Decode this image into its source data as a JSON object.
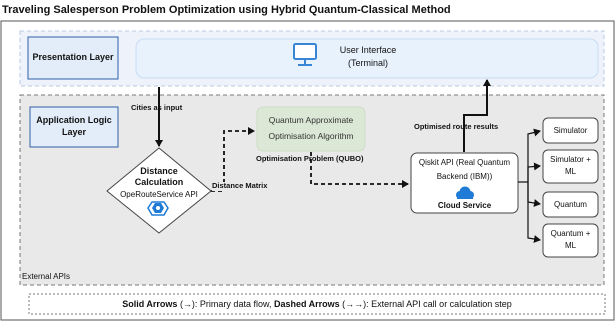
{
  "title": "Traveling Salesperson Problem Optimization using Hybrid Quantum-Classical Method",
  "presentation": {
    "label": "Presentation Layer",
    "ui_line1": "User Interface",
    "ui_line2": "(Terminal)",
    "ui_icon": "monitor-icon"
  },
  "application": {
    "label_line1": "Application Logic",
    "label_line2": "Layer"
  },
  "external_label": "External APIs",
  "edges": {
    "cities": "Cities as input",
    "distance_matrix": "Distance Matrix",
    "qubo": "Optimisation Problem (QUBO)",
    "optimised": "Optimised route results"
  },
  "distance": {
    "line1": "Distance",
    "line2": "Calculation",
    "api": "OpeRouteService API",
    "icon": "cloud-function-icon"
  },
  "qaoa": {
    "line1": "Quantum Approximate",
    "line2": "Optimisation Algorithm"
  },
  "qiskit": {
    "line1": "Qiskit API (Real Quantum",
    "line2": "Backend (IBM))",
    "service": "Cloud Service",
    "icon": "cloud-icon"
  },
  "backends": [
    {
      "line1": "Simulator",
      "line2": ""
    },
    {
      "line1": "Simulator +",
      "line2": "ML"
    },
    {
      "line1": "Quantum",
      "line2": ""
    },
    {
      "line1": "Quantum +",
      "line2": "ML"
    }
  ],
  "legend": {
    "solid_bold": "Solid Arrows",
    "solid_rest": " (→): Primary data flow, ",
    "dashed_bold": "Dashed Arrows",
    "dashed_rest": " (→→): External API call or calculation step"
  },
  "colors": {
    "presentation_fill": "#e8f0fb",
    "ui_fill": "#e8f2fd",
    "app_fill": "#e9e9e9",
    "qaoa_fill": "#dbe8d6",
    "label_box_fill": "#e3edf9",
    "cloud_blue": "#1f7bd6",
    "monitor_blue": "#3a86d6"
  }
}
